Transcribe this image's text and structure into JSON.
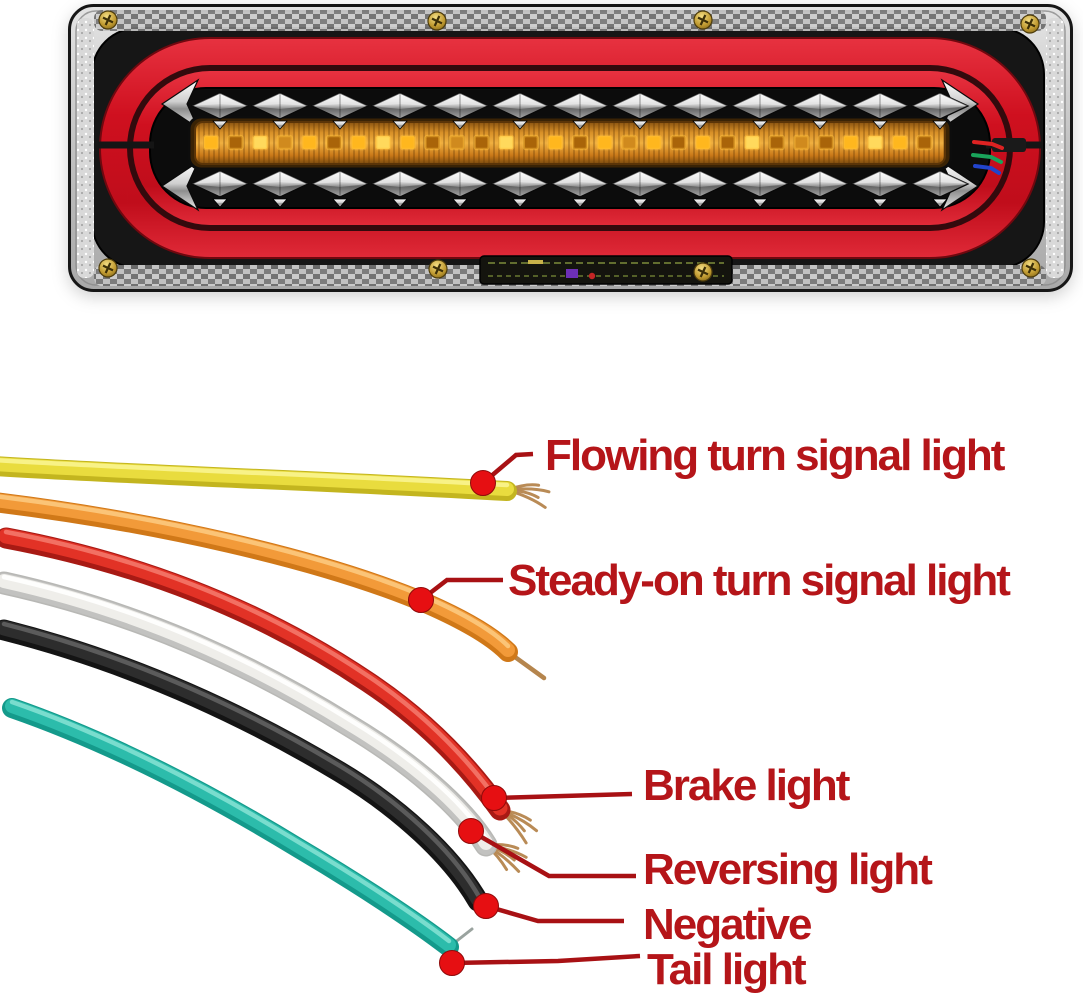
{
  "diagram": {
    "background": "#ffffff",
    "annotation": {
      "text_color": "#b51519",
      "line_color": "#a81114",
      "dot_color": "#e60f12",
      "labels": [
        {
          "id": "flowing",
          "text": "Flowing turn signal light",
          "wire": "yellow"
        },
        {
          "id": "steady",
          "text": "Steady-on turn signal light",
          "wire": "orange"
        },
        {
          "id": "brake",
          "text": "Brake light",
          "wire": "red"
        },
        {
          "id": "reversing",
          "text": "Reversing light",
          "wire": "white"
        },
        {
          "id": "negative",
          "text": "Negative",
          "wire": "black"
        },
        {
          "id": "tail",
          "text": "Tail light",
          "wire": "teal"
        }
      ]
    },
    "wires": {
      "yellow": {
        "dark": "#c3b51f",
        "base": "#e9dc3e",
        "light": "#faf48f"
      },
      "orange": {
        "dark": "#d07818",
        "base": "#f29a39",
        "light": "#fcc97e"
      },
      "red": {
        "dark": "#a81a14",
        "base": "#e23226",
        "light": "#f4776a"
      },
      "white": {
        "dark": "#c2c2c0",
        "base": "#efeeea",
        "light": "#ffffff"
      },
      "black": {
        "dark": "#141414",
        "base": "#2d2d2d",
        "light": "#606060"
      },
      "teal": {
        "dark": "#149a8b",
        "base": "#2cbcab",
        "light": "#82e0d2"
      }
    },
    "copper_color": "#b5854d",
    "light": {
      "halo_color": "#d2121f",
      "halo_dark": "#8f0d16",
      "amber_base": "#d08a1e",
      "amber_led_on": "#ffb71e",
      "amber_led_bright": "#ffd95c",
      "amber_led_dim": "#a96409",
      "amber_led_count": 30,
      "reflector_columns": 13,
      "screw_color": "#c9a23a",
      "micro_wire_colors": [
        "#dd2222",
        "#19a35a",
        "#2244cc"
      ]
    }
  }
}
